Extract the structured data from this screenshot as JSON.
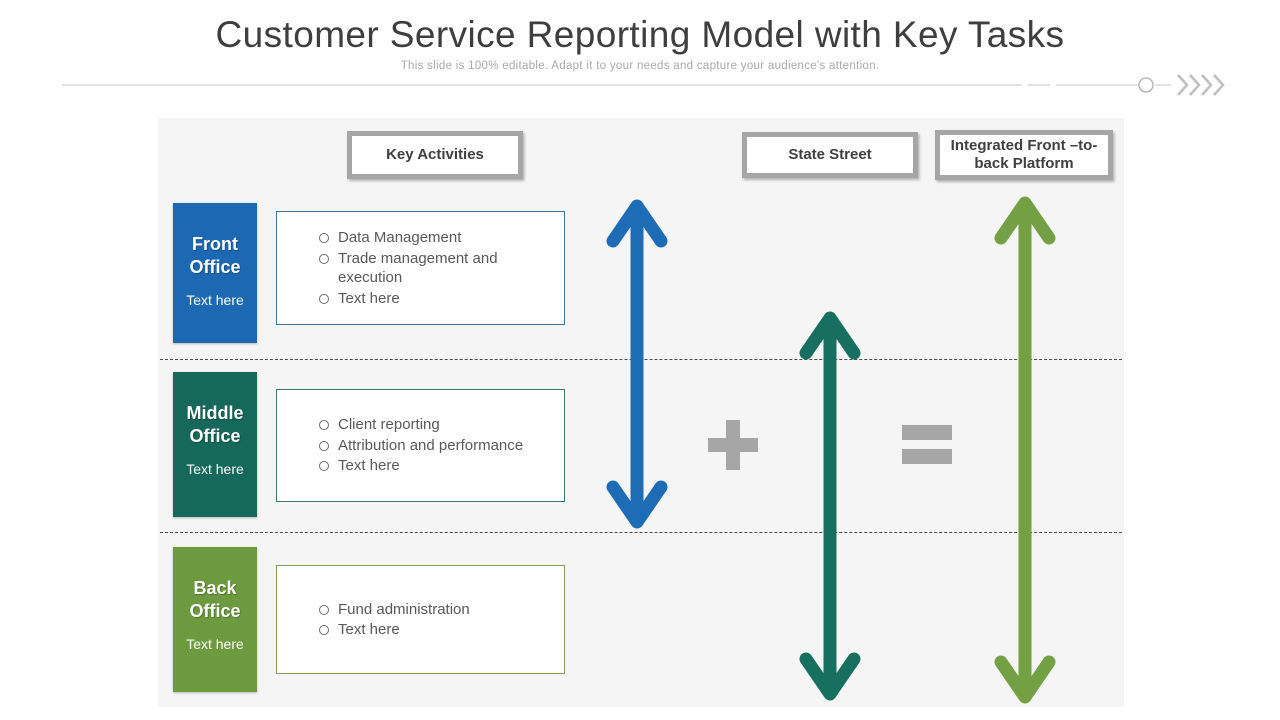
{
  "header": {
    "title": "Customer Service Reporting Model with Key Tasks",
    "subtitle": "This slide is 100% editable. Adapt it to your needs and capture your audience's attention."
  },
  "column_headers": {
    "key_activities": "Key Activities",
    "state_street": "State Street",
    "platform": "Integrated Front –to-back Platform"
  },
  "rows": [
    {
      "office": "Front Office",
      "note": "Text here",
      "color": "#1d68b2",
      "activities": [
        "Data Management",
        "Trade management and execution",
        "Text here"
      ]
    },
    {
      "office": "Middle Office",
      "note": "Text here",
      "color": "#16695a",
      "activities": [
        "Client reporting",
        "Attribution and performance",
        "Text here"
      ]
    },
    {
      "office": "Back Office",
      "note": "Text here",
      "color": "#6d9a3f",
      "activities": [
        "Fund administration",
        "Text here"
      ]
    }
  ],
  "symbols": {
    "plus": "+",
    "equals": "="
  },
  "colors": {
    "arrow_blue": "#1e6cb5",
    "arrow_teal": "#17705f",
    "arrow_olive": "#73a043",
    "operator_gray": "#a6a6a6",
    "header_box_border": "#a6a6a6",
    "panel_background": "#f5f5f6"
  }
}
